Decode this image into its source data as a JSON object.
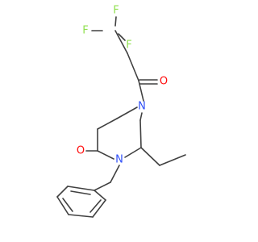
{
  "colors": {
    "bond": "#404040",
    "carbon": "#404040",
    "nitrogen": "#3050F8",
    "oxygen": "#FF0D0D",
    "fluorine": "#90E050"
  },
  "atoms": {
    "F1": "F",
    "F2": "F",
    "F3": "F",
    "O_acyl": "O",
    "N1": "N",
    "O_lactam": "O",
    "N4": "N"
  }
}
